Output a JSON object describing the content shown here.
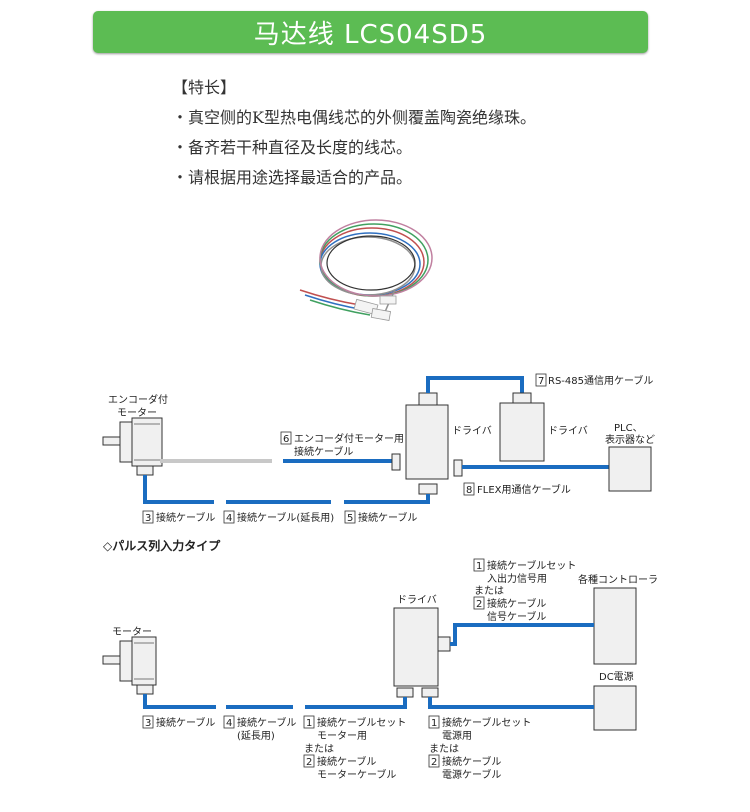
{
  "title": "马达线 LCS04SD5",
  "features": {
    "heading": "【特长】",
    "items": [
      "・真空侧的K型热电偶线芯的外侧覆盖陶瓷绝缘珠。",
      "・备齐若干种直径及长度的线芯。",
      "・请根据用途选择最适合的产品。"
    ]
  },
  "diagram1": {
    "motor_label_1": "エンコーダ付",
    "motor_label_2": "モーター",
    "driver_label": "ドライバ",
    "driver2_label": "ドライバ",
    "plc_label_1": "PLC、",
    "plc_label_2": "表示器など",
    "cable6_num": "6",
    "cable6_label_1": "エンコーダ付モーター用",
    "cable6_label_2": "接続ケーブル",
    "cable7_num": "7",
    "cable7_label": "RS-485通信用ケーブル",
    "cable8_num": "8",
    "cable8_label": "FLEX用通信ケーブル",
    "cable3_num": "3",
    "cable3_label": "接続ケーブル",
    "cable4_num": "4",
    "cable4_label": "接続ケーブル(延長用)",
    "cable5_num": "5",
    "cable5_label": "接続ケーブル"
  },
  "diagram2": {
    "section_title": "◇パルス列入力タイプ",
    "motor_label": "モーター",
    "driver_label": "ドライバ",
    "controller_label": "各種コントローラ",
    "dc_label": "DC電源",
    "top_num1": "1",
    "top_label1_1": "接続ケーブルセット",
    "top_label1_2": "入出力信号用",
    "top_or": "または",
    "top_num2": "2",
    "top_label2_1": "接続ケーブル",
    "top_label2_2": "信号ケーブル",
    "c3_num": "3",
    "c3_label": "接続ケーブル",
    "c4_num": "4",
    "c4_label_1": "接続ケーブル",
    "c4_label_2": "(延長用)",
    "m_num1": "1",
    "m_label1_1": "接続ケーブルセット",
    "m_label1_2": "モーター用",
    "m_or": "または",
    "m_num2": "2",
    "m_label2_1": "接続ケーブル",
    "m_label2_2": "モーターケーブル",
    "p_num1": "1",
    "p_label1_1": "接続ケーブルセット",
    "p_label1_2": "電源用",
    "p_or": "または",
    "p_num2": "2",
    "p_label2_1": "接続ケーブル",
    "p_label2_2": "電源ケーブル"
  }
}
